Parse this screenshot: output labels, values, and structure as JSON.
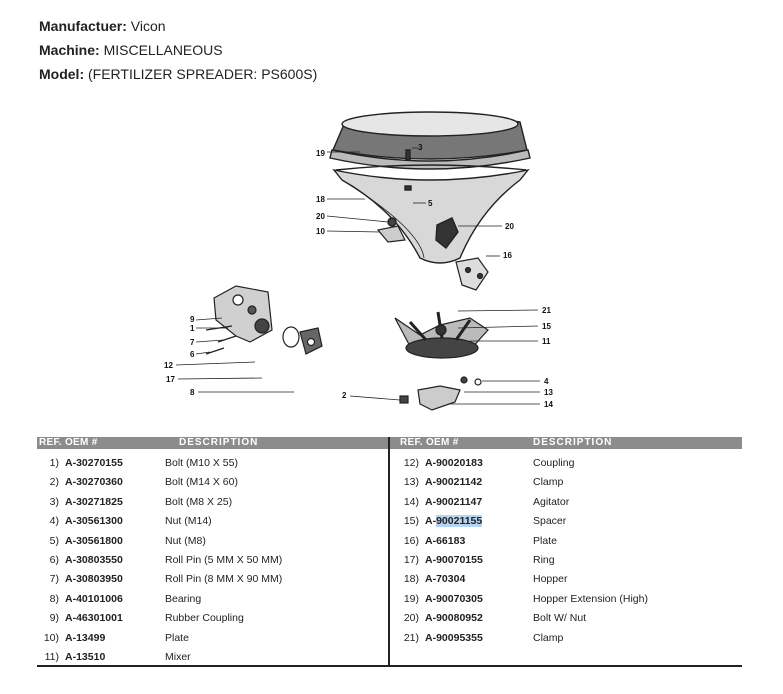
{
  "header": {
    "manufacturer_label": "Manufactuer:",
    "manufacturer_value": "Vicon",
    "machine_label": "Machine:",
    "machine_value": "MISCELLANEOUS",
    "model_label": "Model:",
    "model_value": "(FERTILIZER SPREADER: PS600S)"
  },
  "diagram": {
    "callouts": [
      "19",
      "3",
      "18",
      "5",
      "20",
      "10",
      "20",
      "16",
      "9",
      "1",
      "7",
      "6",
      "12",
      "17",
      "8",
      "21",
      "15",
      "11",
      "2",
      "4",
      "13",
      "14"
    ]
  },
  "table": {
    "headers": {
      "ref_oem": "REF.  OEM #",
      "description": "DESCRIPTION"
    },
    "left_rows": [
      {
        "ref": "1)",
        "prefix": "A-",
        "oem": "30270155",
        "desc": "Bolt (M10 X 55)"
      },
      {
        "ref": "2)",
        "prefix": "A-",
        "oem": "30270360",
        "desc": "Bolt (M14 X 60)"
      },
      {
        "ref": "3)",
        "prefix": "A-",
        "oem": "30271825",
        "desc": "Bolt (M8 X 25)"
      },
      {
        "ref": "4)",
        "prefix": "A-",
        "oem": "30561300",
        "desc": "Nut (M14)"
      },
      {
        "ref": "5)",
        "prefix": "A-",
        "oem": "30561800",
        "desc": "Nut (M8)"
      },
      {
        "ref": "6)",
        "prefix": "A-",
        "oem": "30803550",
        "desc": "Roll Pin (5 MM X 50 MM)"
      },
      {
        "ref": "7)",
        "prefix": "A-",
        "oem": "30803950",
        "desc": "Roll Pin (8 MM X 90 MM)"
      },
      {
        "ref": "8)",
        "prefix": "A-",
        "oem": "40101006",
        "desc": "Bearing"
      },
      {
        "ref": "9)",
        "prefix": "A-",
        "oem": "46301001",
        "desc": "Rubber Coupling"
      },
      {
        "ref": "10)",
        "prefix": "A-",
        "oem": "13499",
        "desc": "Plate"
      },
      {
        "ref": "11)",
        "prefix": "A-",
        "oem": "13510",
        "desc": "Mixer"
      }
    ],
    "right_rows": [
      {
        "ref": "12)",
        "prefix": "A-",
        "oem": "90020183",
        "desc": "Coupling"
      },
      {
        "ref": "13)",
        "prefix": "A-",
        "oem": "90021142",
        "desc": "Clamp"
      },
      {
        "ref": "14)",
        "prefix": "A-",
        "oem": "90021147",
        "desc": "Agitator"
      },
      {
        "ref": "15)",
        "prefix": "A-",
        "oem": "90021155",
        "desc": "Spacer",
        "highlight": true
      },
      {
        "ref": "16)",
        "prefix": "A-",
        "oem": "66183",
        "desc": "Plate"
      },
      {
        "ref": "17)",
        "prefix": "A-",
        "oem": "90070155",
        "desc": "Ring"
      },
      {
        "ref": "18)",
        "prefix": "A-",
        "oem": "70304",
        "desc": "Hopper"
      },
      {
        "ref": "19)",
        "prefix": "A-",
        "oem": "90070305",
        "desc": "Hopper Extension (High)"
      },
      {
        "ref": "20)",
        "prefix": "A-",
        "oem": "90080952",
        "desc": "Bolt W/ Nut"
      },
      {
        "ref": "21)",
        "prefix": "A-",
        "oem": "90095355",
        "desc": "Clamp"
      }
    ]
  }
}
